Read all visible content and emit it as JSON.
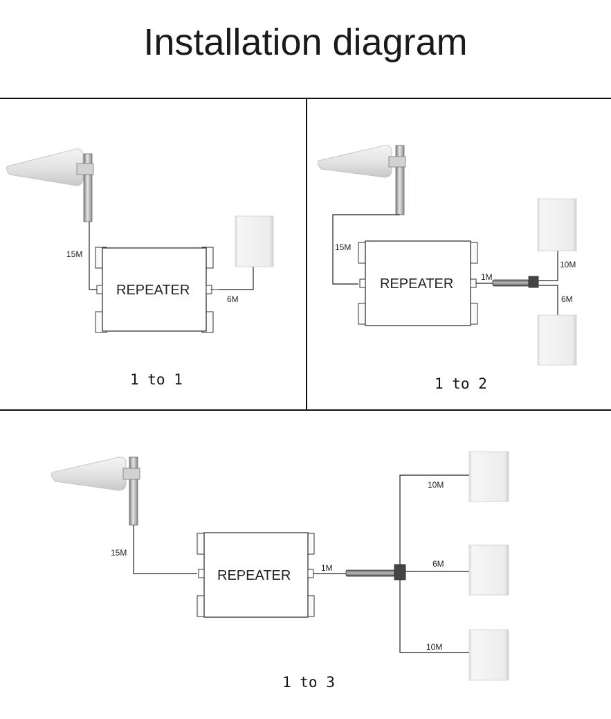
{
  "title": "Installation diagram",
  "repeater_label": "REPEATER",
  "panels": {
    "one_to_one": {
      "caption": "1 to 1",
      "outdoor_cable": "15M",
      "indoor_cable": "6M"
    },
    "one_to_two": {
      "caption": "1 to 2",
      "outdoor_cable": "15M",
      "splitter_cable": "1M",
      "upper_cable": "10M",
      "lower_cable": "6M"
    },
    "one_to_three": {
      "caption": "1 to 3",
      "outdoor_cable": "15M",
      "splitter_cable": "1M",
      "top_cable": "10M",
      "middle_cable": "6M",
      "bottom_cable": "10M"
    }
  }
}
